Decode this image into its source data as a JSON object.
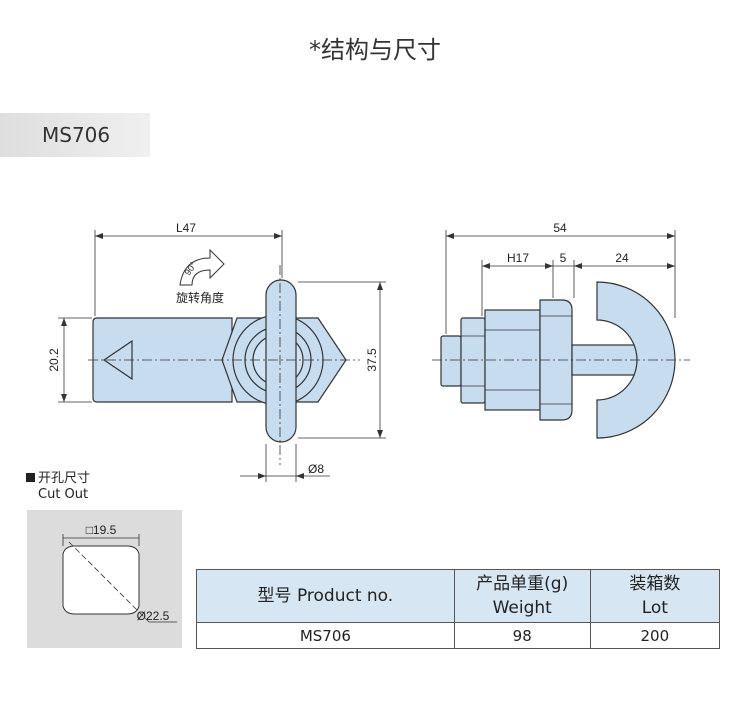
{
  "header": {
    "title": "*结构与尺寸"
  },
  "model_tab": {
    "label": "MS706"
  },
  "front_view": {
    "length_label": "L47",
    "height_label": "20.2",
    "total_height_label": "37.5",
    "shaft_label": "Ø8",
    "rotation_angle": "90°",
    "rotation_label": "旋转角度"
  },
  "side_view": {
    "total_label": "54",
    "h_label": "H17",
    "gap_label": "5",
    "cam_label": "24"
  },
  "cutout": {
    "title": "开孔尺寸",
    "subtitle": "Cut Out",
    "square_label": "□19.5",
    "diameter_label": "Ø22.5"
  },
  "spec_table": {
    "headers": {
      "product_no": "型号 Product no.",
      "weight_cn": "产品单重(g)",
      "weight_en": "Weight",
      "lot_cn": "装箱数",
      "lot_en": "Lot"
    },
    "row": {
      "product_no": "MS706",
      "weight": "98",
      "lot": "200"
    }
  },
  "colors": {
    "part_fill": "#c8dcf0",
    "line": "#333333",
    "header_bg": "#d6e6f2",
    "cutout_bg": "#dcdcdc"
  }
}
